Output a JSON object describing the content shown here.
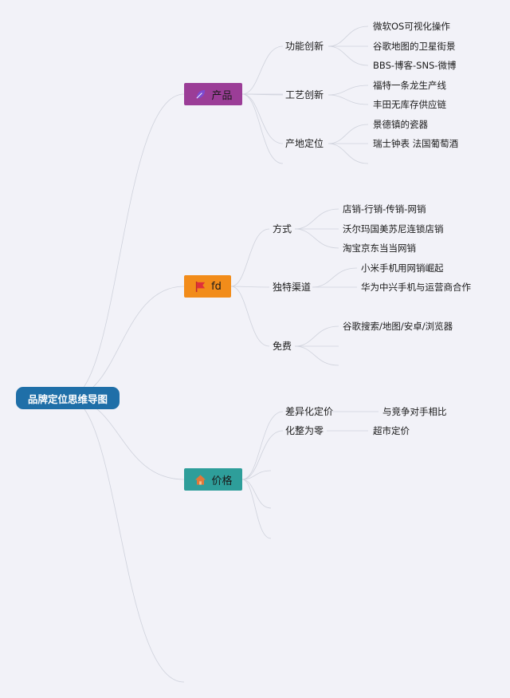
{
  "root": {
    "label": "品牌定位思维导图",
    "color": "#1f6fa8"
  },
  "branches": [
    {
      "label": "产品",
      "color": "#9b3d97",
      "icon": "leaf-icon",
      "children": [
        {
          "label": "功能创新",
          "leaves": [
            "微软OS可视化操作",
            "谷歌地图的卫星街景",
            "BBS-博客-SNS-微博"
          ]
        },
        {
          "label": "工艺创新",
          "leaves": [
            "福特一条龙生产线",
            "丰田无库存供应链"
          ]
        },
        {
          "label": "产地定位",
          "leaves": [
            "景德镇的瓷器",
            "瑞士钟表 法国葡萄酒"
          ]
        }
      ]
    },
    {
      "label": "fd",
      "color": "#f28c1a",
      "icon": "flag-icon",
      "children": [
        {
          "label": "方式",
          "leaves": [
            "店销-行销-传销-网销",
            "沃尔玛国美苏尼连锁店销",
            "淘宝京东当当网销"
          ]
        },
        {
          "label": "独特渠道",
          "leaves": [
            "小米手机用网销崛起",
            "华为中兴手机与运营商合作"
          ]
        },
        {
          "label": "免费",
          "leaves": [
            "谷歌搜索/地图/安卓/浏览器"
          ]
        }
      ]
    },
    {
      "label": "价格",
      "color": "#2e9e9a",
      "icon": "house-icon",
      "children": [
        {
          "label": "差异化定价",
          "leaves": [
            "与竞争对手相比"
          ]
        },
        {
          "label": "化整为零",
          "leaves": [
            "超市定价"
          ]
        }
      ]
    }
  ]
}
